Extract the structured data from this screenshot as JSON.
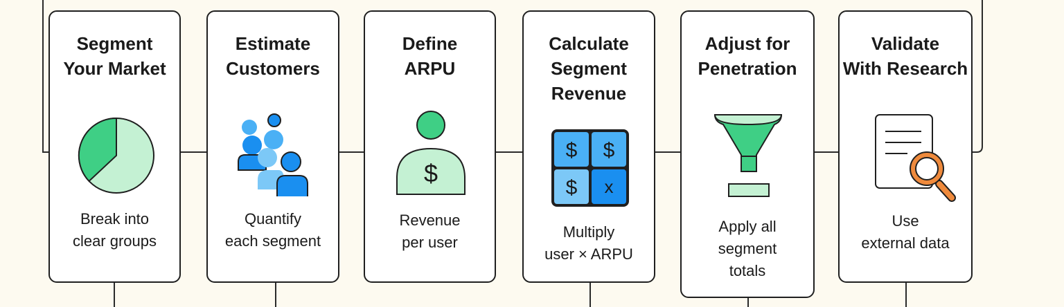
{
  "steps": [
    {
      "title": "Segment\nYour Market",
      "desc": "Break into\nclear groups",
      "icon": "pie-chart-icon"
    },
    {
      "title": "Estimate\nCustomers",
      "desc": "Quantify\neach segment",
      "icon": "people-group-icon"
    },
    {
      "title": "Define\nARPU",
      "desc": "Revenue\nper user",
      "icon": "user-dollar-icon"
    },
    {
      "title": "Calculate\nSegment\nRevenue",
      "desc": "Multiply\nuser × ARPU",
      "icon": "revenue-grid-icon",
      "grid_symbols": [
        "$",
        "$",
        "$",
        "x"
      ]
    },
    {
      "title": "Adjust for\nPenetration",
      "desc": "Apply all\nsegment\ntotals",
      "icon": "funnel-icon"
    },
    {
      "title": "Validate\nWith Research",
      "desc": "Use\nexternal data",
      "icon": "document-search-icon"
    }
  ],
  "colors": {
    "background": "#fdfaf0",
    "card_border": "#1f1f1f",
    "green_dark": "#3fcf85",
    "green_light": "#c4f1d3",
    "blue_dark": "#1a8ff0",
    "blue_mid": "#4ab0f5",
    "blue_light": "#7cc8f7",
    "orange": "#ef8a3c"
  }
}
